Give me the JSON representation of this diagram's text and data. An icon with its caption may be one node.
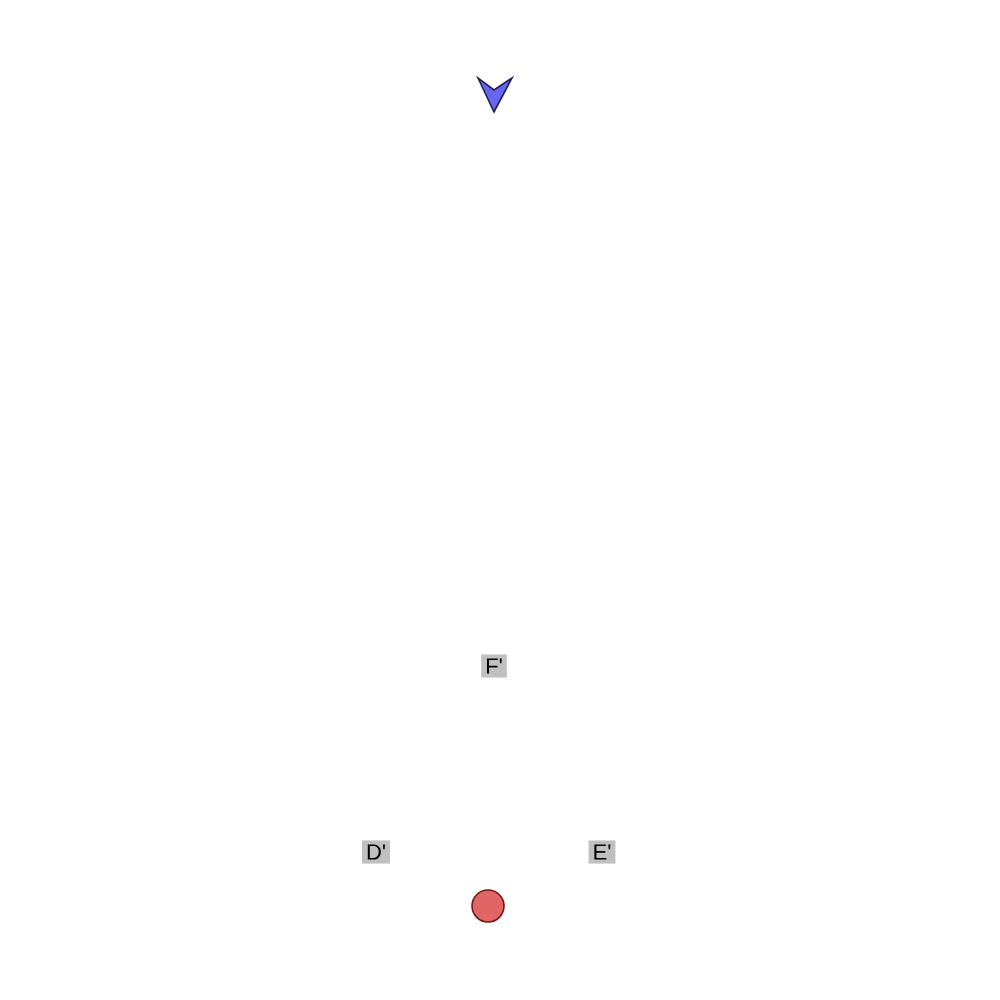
{
  "diagram": {
    "nodes": [
      {
        "text": [
          "F'"
        ]
      },
      {
        "text": [
          "D'"
        ]
      },
      {
        "text": [
          "E'"
        ]
      }
    ]
  }
}
